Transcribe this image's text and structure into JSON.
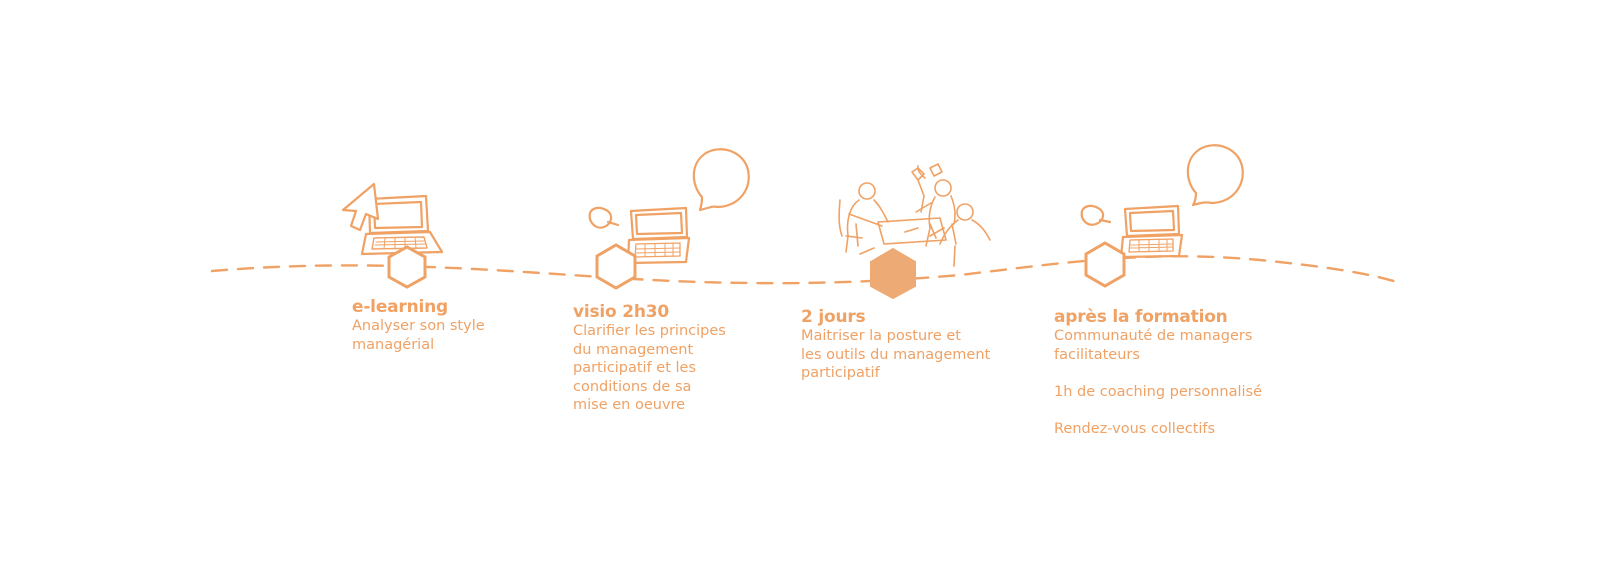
{
  "colors": {
    "accent": "#f0a164",
    "accent_fill": "#eeaa74"
  },
  "steps": [
    {
      "id": "elearning",
      "title": "e-learning",
      "lines": [
        "Analyser son style",
        "managérial"
      ],
      "icon": "laptop-cursor-icon",
      "marker": "outline"
    },
    {
      "id": "visio",
      "title": "visio 2h30",
      "lines": [
        "Clarifier les principes",
        "du management",
        "participatif et les",
        "conditions de sa",
        "mise en oeuvre"
      ],
      "icon": "laptop-speech-bubble-icon",
      "marker": "outline"
    },
    {
      "id": "deux-jours",
      "title": "2 jours",
      "lines": [
        "Maitriser la posture et",
        "les outils du management",
        "participatif"
      ],
      "icon": "team-workshop-icon",
      "marker": "filled"
    },
    {
      "id": "apres",
      "title": "après la formation",
      "lines": [
        "Communauté de managers",
        "facilitateurs",
        "",
        "1h de coaching personnalisé",
        "",
        "Rendez-vous collectifs"
      ],
      "icon": "laptop-speech-bubble-icon",
      "marker": "outline"
    }
  ]
}
